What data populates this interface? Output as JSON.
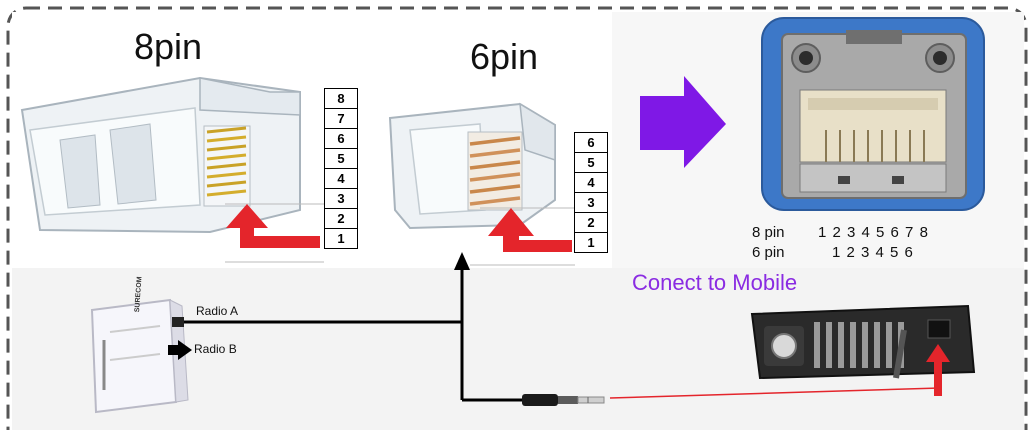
{
  "connector_8pin": {
    "title": "8pin",
    "pins": [
      "8",
      "7",
      "6",
      "5",
      "4",
      "3",
      "2",
      "1"
    ]
  },
  "connector_6pin": {
    "title": "6pin",
    "pins": [
      "6",
      "5",
      "4",
      "3",
      "2",
      "1"
    ]
  },
  "pin_mapping": {
    "row_8_label": "8 pin",
    "row_8_values": "1 2 3 4 5 6 7 8",
    "row_6_label": "6 pin",
    "row_6_values": "1 2 3 4 5 6"
  },
  "mobile_label": "Conect to Mobile",
  "interface": {
    "brand": "SURECOM",
    "radio_a": "Radio A",
    "radio_b": "Radio B"
  },
  "colors": {
    "arrow_red": "#e4252b",
    "arrow_purple": "#7f18e6",
    "cable": "#000000",
    "socket_blue": "#3d78c8",
    "mobile_text": "#8a2be2"
  }
}
